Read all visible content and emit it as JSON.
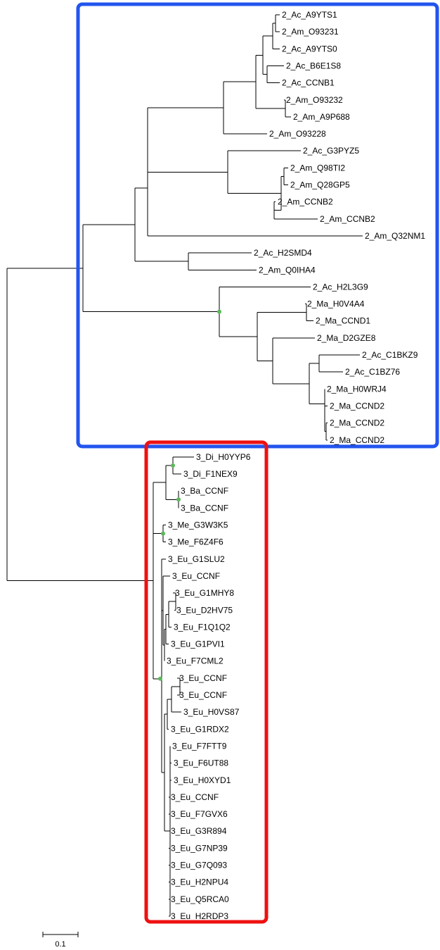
{
  "colors": {
    "branch": "#000000",
    "clade_blue": "#2255ee",
    "clade_red": "#ee1111",
    "node_marker": "#5cb85c"
  },
  "scale_bar": {
    "label": "0.1",
    "length": 0.1
  },
  "leaves": [
    "2_Ac_A9YTS1",
    "2_Am_O93231",
    "2_Ac_A9YTS0",
    "2_Ac_B6E1S8",
    "2_Ac_CCNB1",
    "2_Am_O93232",
    "2_Am_A9P688",
    "2_Am_O93228",
    "2_Ac_G3PYZ5",
    "2_Am_Q98TI2",
    "2_Am_Q28GP5",
    "2_Am_CCNB2",
    "2_Am_CCNB2",
    "2_Am_Q32NM1",
    "2_Ac_H2SMD4",
    "2_Am_Q0IHA4",
    "2_Ac_H2L3G9",
    "2_Ma_H0V4A4",
    "2_Ma_CCND1",
    "2_Ma_D2GZE8",
    "2_Ac_C1BKZ9",
    "2_Ac_C1BZ76",
    "2_Ma_H0WRJ4",
    "2_Ma_CCND2",
    "2_Ma_CCND2",
    "2_Ma_CCND2",
    "3_Di_H0YYP6",
    "3_Di_F1NEX9",
    "3_Ba_CCNF",
    "3_Ba_CCNF",
    "3_Me_G3W3K5",
    "3_Me_F6Z4F6",
    "3_Eu_G1SLU2",
    "3_Eu_CCNF",
    "3_Eu_G1MHY8",
    "3_Eu_D2HV75",
    "3_Eu_F1Q1Q2",
    "3_Eu_G1PVI1",
    "3_Eu_F7CML2",
    "3_Eu_CCNF",
    "3_Eu_CCNF",
    "3_Eu_H0VS87",
    "3_Eu_G1RDX2",
    "3_Eu_F7FTT9",
    "3_Eu_F6UT88",
    "3_Eu_H0XYD1",
    "3_Eu_CCNF",
    "3_Eu_F7GVX6",
    "3_Eu_G3R894",
    "3_Eu_G7NP39",
    "3_Eu_G7Q093",
    "3_Eu_H2NPU4",
    "3_Eu_Q5RCA0",
    "3_Eu_H2RDP3"
  ]
}
